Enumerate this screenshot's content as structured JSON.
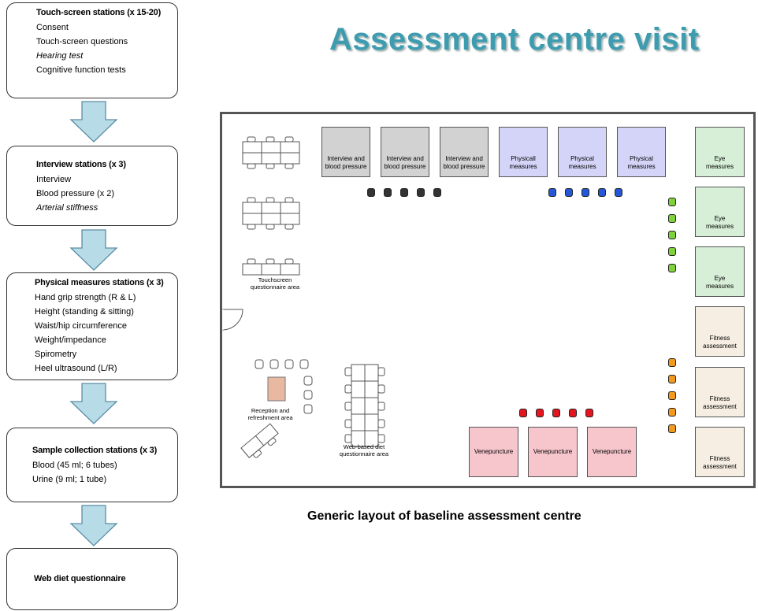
{
  "title": "Assessment centre visit",
  "caption": "Generic layout of baseline assessment centre",
  "flow": [
    {
      "heading": "Touch-screen stations (x 15-20)",
      "items": [
        {
          "text": "Consent",
          "italic": false
        },
        {
          "text": "Touch-screen questions",
          "italic": false
        },
        {
          "text": "Hearing test",
          "italic": true
        },
        {
          "text": "Cognitive function tests",
          "italic": false
        }
      ]
    },
    {
      "heading": "Interview stations (x 3)",
      "items": [
        {
          "text": "Interview",
          "italic": false
        },
        {
          "text": "Blood pressure (x 2)",
          "italic": false
        },
        {
          "text": "Arterial stiffness",
          "italic": true
        }
      ]
    },
    {
      "heading": "Physical measures stations (x 3)",
      "items": [
        {
          "text": "Hand grip strength (R & L)",
          "italic": false
        },
        {
          "text": "Height (standing & sitting)",
          "italic": false
        },
        {
          "text": "Waist/hip circumference",
          "italic": false
        },
        {
          "text": "Weight/impedance",
          "italic": false
        },
        {
          "text": "Spirometry",
          "italic": false
        },
        {
          "text": "Heel ultrasound (L/R)",
          "italic": false
        }
      ]
    },
    {
      "heading": "Sample collection stations (x 3)",
      "items": [
        {
          "text": "Blood (45 ml; 6 tubes)",
          "italic": false
        },
        {
          "text": "Urine (9 ml; 1 tube)",
          "italic": false
        }
      ]
    },
    {
      "heading": "Web diet questionnaire",
      "items": []
    }
  ],
  "layout": {
    "interview_label_1": "Interview and",
    "interview_label_2": "blood pressure",
    "physical_label_1": "Physical",
    "physical_label_2": "measures",
    "physical_label_1_alt": "Physicall",
    "eye_label_1": "Eye",
    "eye_label_2": "measures",
    "fitness_label_1": "Fitness",
    "fitness_label_2": "assessment",
    "venepuncture_label": "Venepuncture",
    "touchscreen_area_1": "Touchscreen",
    "touchscreen_area_2": "questionnaire area",
    "reception_area_1": "Reception and",
    "reception_area_2": "refreshment area",
    "web_diet_area_1": "Web-based diet",
    "web_diet_area_2": "questionnaire area"
  },
  "colors": {
    "title": "#3d9cb0",
    "interview": "#d2d2d2",
    "physical": "#d4d4f8",
    "eye": "#d7efd7",
    "fitness": "#f6eee2",
    "venepuncture": "#f6c6cc",
    "reception_desk": "#e8b9a0",
    "arrow_fill": "#b8dbe8",
    "interview_chairs": "#333333",
    "physical_chairs": "#2456d8",
    "eye_chairs": "#7ed33a",
    "fitness_chairs": "#f39a1c",
    "venepuncture_chairs": "#e3161f"
  }
}
